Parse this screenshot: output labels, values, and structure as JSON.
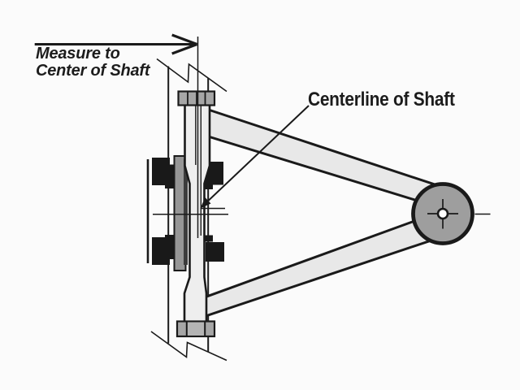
{
  "diagram": {
    "labels": {
      "measure_line1": "Measure to",
      "measure_line2": "Center of Shaft",
      "centerline_label": "Centerline of Shaft"
    },
    "colors": {
      "bg": "#fbfbfb",
      "line": "#1a1a1a",
      "ink": "#1c1c1c",
      "arm": "#e8e8e8",
      "shaft": "#eeeeee",
      "nut": "#a6a6a6",
      "nutLight": "#b4b4b4",
      "plate": "#969696",
      "ball": "#9e9e9e",
      "bushing": "#191919",
      "sleeve": "#3c3c3c",
      "white": "#ffffff"
    }
  }
}
